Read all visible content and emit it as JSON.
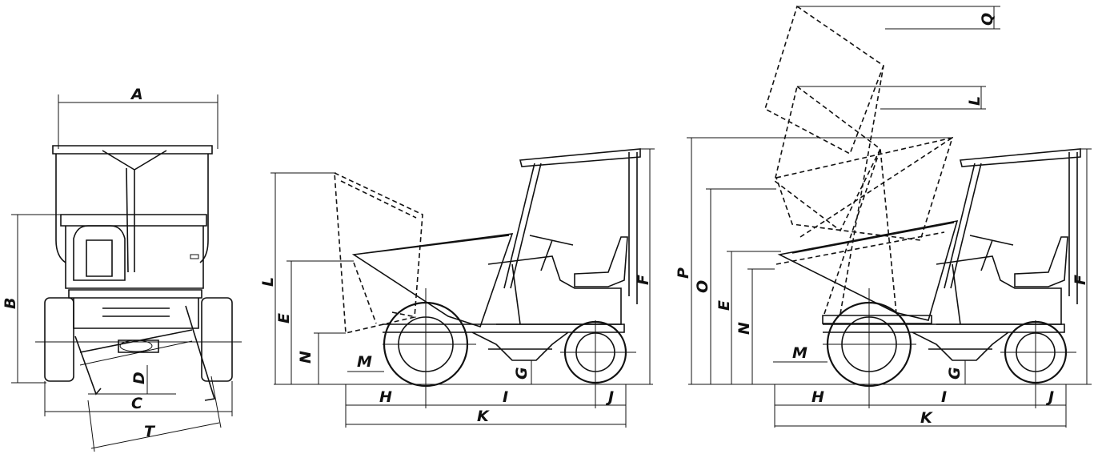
{
  "labels": {
    "A": "A",
    "B": "B",
    "C": "C",
    "D": "D",
    "T": "T",
    "E": "E",
    "F": "F",
    "G": "G",
    "H": "H",
    "I": "I",
    "J": "J",
    "K": "K",
    "L": "L",
    "M": "M",
    "N": "N",
    "O": "O",
    "P": "P",
    "Q": "Q"
  },
  "colors": {
    "line": "#111111",
    "background": "#ffffff"
  }
}
